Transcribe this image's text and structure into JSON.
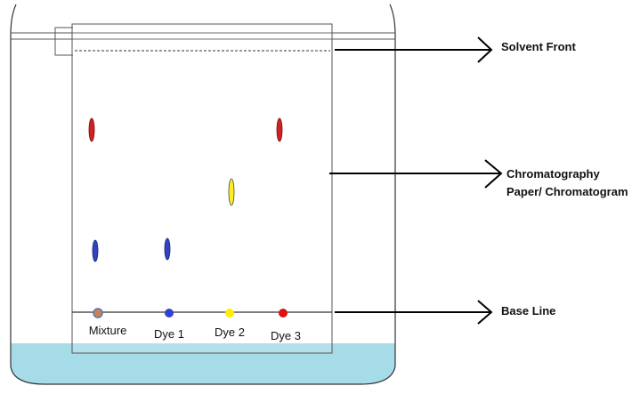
{
  "labels": {
    "solvent_front": "Solvent Front",
    "paper_line1": "Chromatography",
    "paper_line2": "Paper/ Chromatogram",
    "base_line": "Base Line"
  },
  "lanes": [
    {
      "name": "Mixture",
      "base_color": "#c8825a",
      "base_outline": "#5577aa"
    },
    {
      "name": "Dye 1",
      "base_color": "#3344cc"
    },
    {
      "name": "Dye 2",
      "base_color": "#ffee00"
    },
    {
      "name": "Dye 3",
      "base_color": "#dd1111"
    }
  ],
  "colors": {
    "solvent": "#a6dbe8",
    "red_spot": "#cc2222",
    "blue_spot": "#3344bb",
    "yellow_spot": "#ffee22",
    "line": "#000000"
  }
}
